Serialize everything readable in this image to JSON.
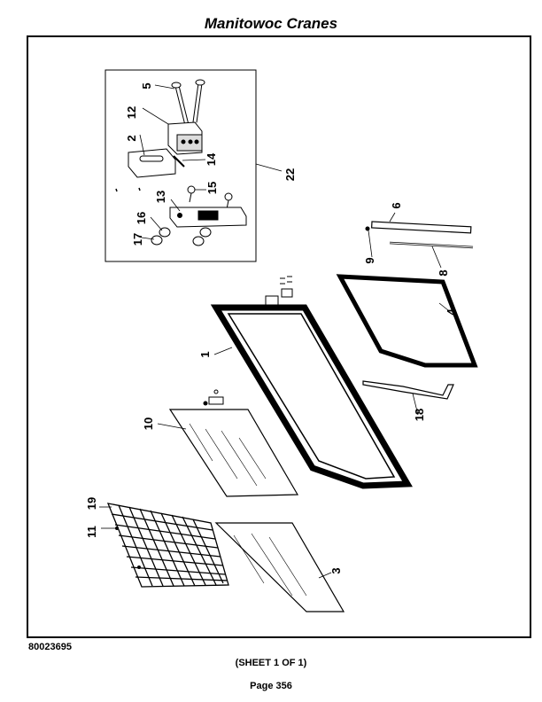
{
  "header": {
    "title": "Manitowoc Cranes"
  },
  "drawing": {
    "callouts": [
      "1",
      "2",
      "3",
      "4",
      "5",
      "6",
      "8",
      "9",
      "10",
      "11",
      "12",
      "13",
      "14",
      "15",
      "16",
      "17",
      "18",
      "19",
      "22"
    ]
  },
  "footer": {
    "part_number": "80023695",
    "sheet": "(SHEET 1 OF 1)",
    "page": "Page 356"
  }
}
